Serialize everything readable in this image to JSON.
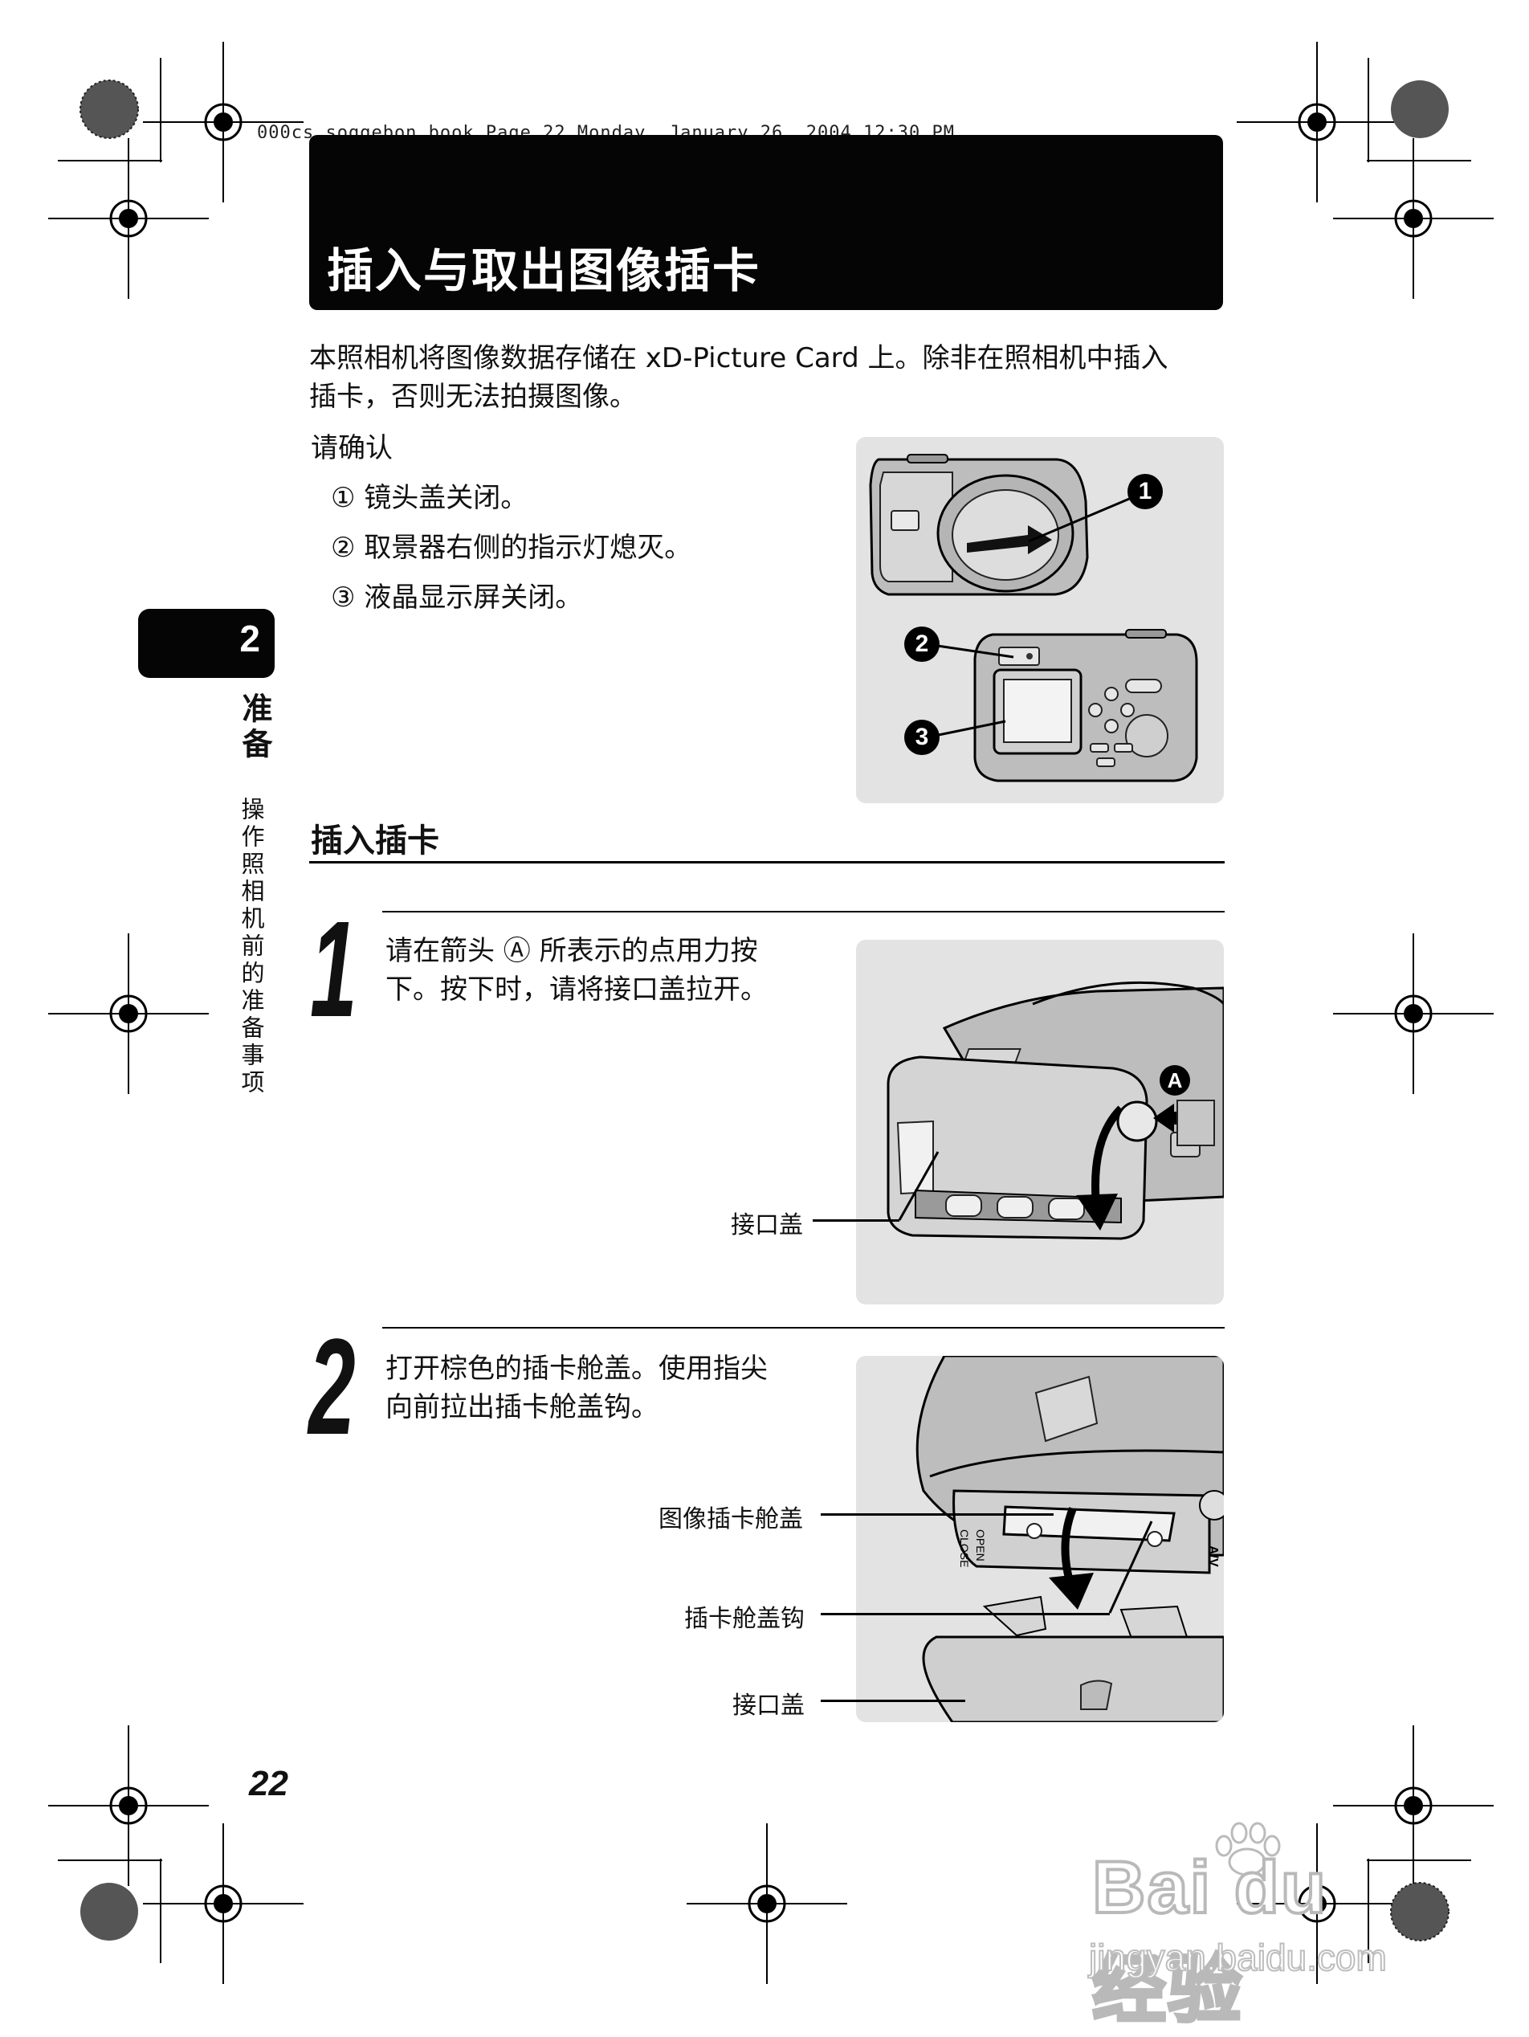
{
  "slug_line": "000cs_soggebon.book  Page 22  Monday, January 26, 2004  12:30 PM",
  "section_title": "插入与取出图像插卡",
  "intro": {
    "line1": "本照相机将图像数据存储在 xD-Picture Card 上。除非在照相机中插入",
    "line2": "插卡，否则无法拍摄图像。"
  },
  "confirm": {
    "heading": "请确认",
    "items": [
      "① 镜头盖关闭。",
      "② 取景器右侧的指示灯熄灭。",
      "③ 液晶显示屏关闭。"
    ]
  },
  "figure1": {
    "markers": [
      "1",
      "2",
      "3"
    ]
  },
  "side_tab": {
    "chapter_number": "2",
    "chapter_title": "准备",
    "chapter_subtitle": "操作照相机前的准备事项"
  },
  "subsection_title": "插入插卡",
  "steps": [
    {
      "number": "1",
      "text_line1": "请在箭头 Ⓐ 所表示的点用力按",
      "text_line2": "下。按下时，请将接口盖拉开。",
      "marker": "A",
      "callouts": [
        "接口盖"
      ]
    },
    {
      "number": "2",
      "text_line1": "打开棕色的插卡舱盖。使用指尖",
      "text_line2": "向前拉出插卡舱盖钩。",
      "callouts": [
        "图像插卡舱盖",
        "插卡舱盖钩",
        "接口盖"
      ],
      "figure_labels": [
        "CLOSE",
        "OPEN",
        "A/V"
      ]
    }
  ],
  "page_number": "22",
  "watermark": {
    "brand": "Bai du 经验",
    "url": "jingyan.baidu.com"
  },
  "colors": {
    "band": "#050505",
    "panel": "#e3e3e3",
    "text": "#111111"
  }
}
